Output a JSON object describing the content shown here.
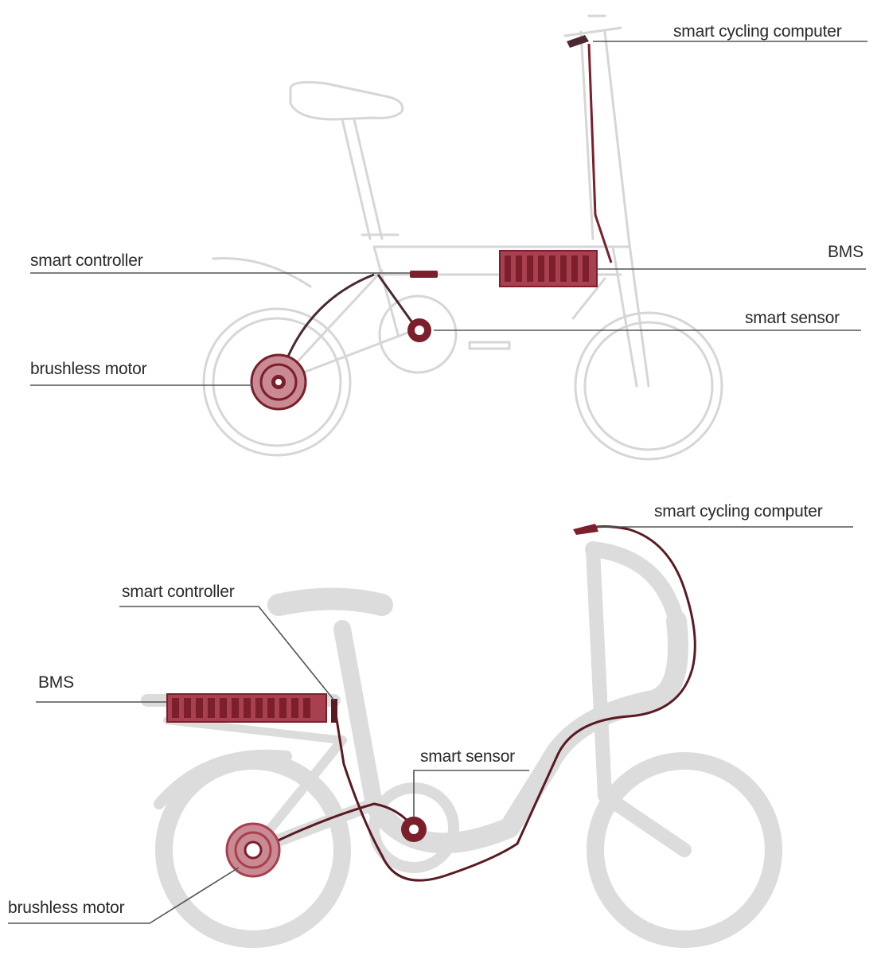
{
  "diagrams": [
    {
      "labels": {
        "cycling_computer": "smart cycling computer",
        "controller": "smart controller",
        "bms": "BMS",
        "sensor": "smart sensor",
        "motor": "brushless motor"
      }
    },
    {
      "labels": {
        "cycling_computer": "smart cycling computer",
        "controller": "smart controller",
        "bms": "BMS",
        "sensor": "smart sensor",
        "motor": "brushless motor"
      }
    }
  ],
  "colors": {
    "outline": "#d6d6d6",
    "silhouette": "#dcdcdc",
    "component": "#7a1f2b",
    "component_fill": "#a8404f",
    "component_light": "#c98a93",
    "callout_line": "#555555",
    "label_text": "#2a2a2a"
  }
}
